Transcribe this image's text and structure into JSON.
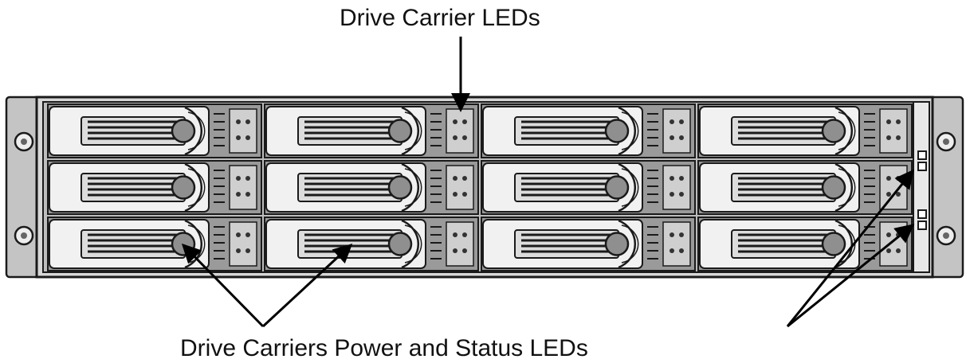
{
  "labels": {
    "carrier_leds": "Drive Carrier LEDs",
    "power_status_leds": "Drive Carriers Power and Status LEDs"
  },
  "chassis": {
    "rows": 3,
    "bays_per_row": 4,
    "colors": {
      "frame": "#d7d7d7",
      "bay_face": "#f1f1f1",
      "outline": "#1a1a1a",
      "led_panel": "#cfcfcf"
    }
  }
}
